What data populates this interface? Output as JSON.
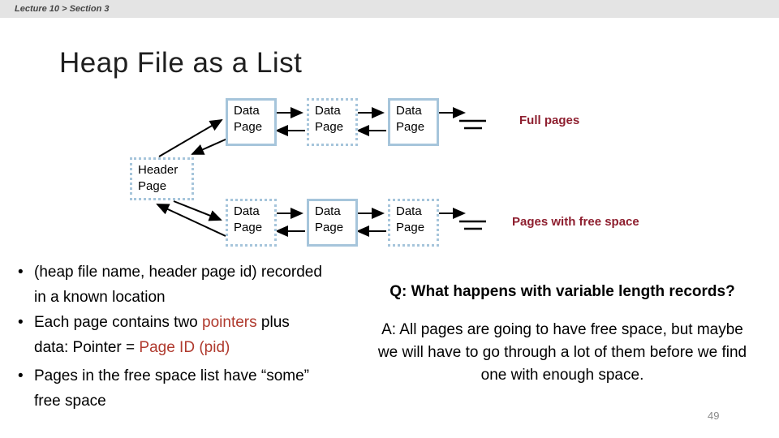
{
  "breadcrumb": "Lecture 10 > Section 3",
  "title": "Heap File as a List",
  "diagram": {
    "data_page_label": "Data\nPage",
    "header_page_label": "Header\nPage",
    "full_pages_label": "Full pages",
    "free_space_label": "Pages with free space"
  },
  "bullets": {
    "marker": "•",
    "b1": "(heap file name, header page id) recorded in a known location",
    "b2_pre": "Each page contains two ",
    "b2_red1": "pointers",
    "b2_mid": " plus data: Pointer = ",
    "b2_red2": "Page ID (pid)",
    "b3": "Pages in the free space list have “some” free space"
  },
  "qa": {
    "question": "Q: What happens with variable length records?",
    "answer": "A: All pages are going to have free space, but maybe we will have to go through a lot of them before we find one with enough space."
  },
  "page_number": "49",
  "colors": {
    "topbar_bg": "#e4e4e4",
    "topbar_text": "#454545",
    "box_border": "#a6c5db",
    "label_red": "#8e1f2f",
    "inline_red": "#b03a2e",
    "page_number_gray": "#8a8a8a"
  }
}
